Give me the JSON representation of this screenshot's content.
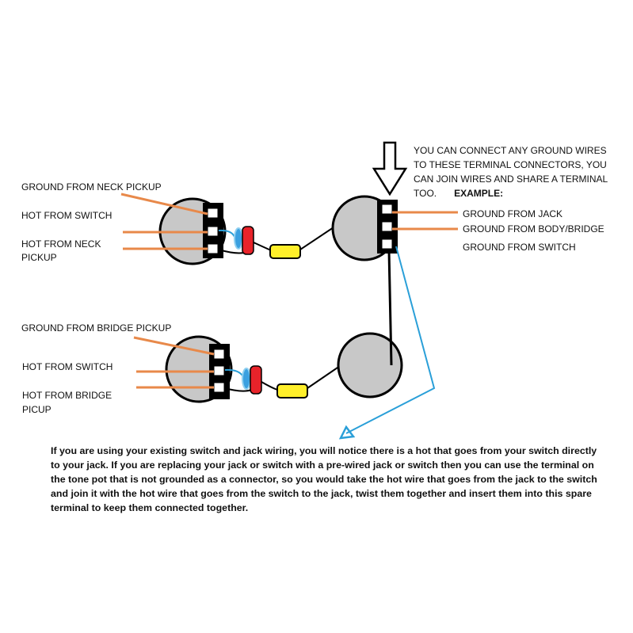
{
  "labels": {
    "neck_ground": "GROUND FROM NECK PICKUP",
    "neck_hot_switch": "HOT FROM SWITCH",
    "neck_hot_line1": "HOT FROM NECK",
    "neck_hot_line2": "PICKUP",
    "bridge_ground": "GROUND FROM BRIDGE PICKUP",
    "bridge_hot_switch": "HOT FROM SWITCH",
    "bridge_hot_line1": "HOT FROM BRIDGE",
    "bridge_hot_line2": "PICUP",
    "ground_jack": "GROUND FROM JACK",
    "ground_body": "GROUND FROM BODY/BRIDGE",
    "ground_switch": "GROUND FROM SWITCH"
  },
  "top_note": {
    "text": "YOU CAN CONNECT ANY GROUND WIRES TO THESE TERMINAL CONNECTORS, YOU CAN JOIN WIRES AND SHARE A TERMINAL TOO.",
    "example": "EXAMPLE:"
  },
  "bottom_note": "If you are using your existing switch and jack wiring, you will notice there is a hot that goes from your switch directly to your jack. If you are replacing your jack or switch with a pre-wired jack or switch then you can use the terminal on the tone pot that is not grounded as a connector, so you would take the hot wire that goes from the jack to the switch and join it with the hot wire that goes from the switch to the jack, twist them together and insert them into this spare terminal to keep them connected together.",
  "colors": {
    "pot_fill": "#c8c8c8",
    "wire_orange": "#e8894a",
    "wire_blue": "#2a9fd8",
    "cap_red": "#e8232a",
    "cap_blue": "#3aa0e0",
    "cap_yellow": "#ffef2a"
  }
}
